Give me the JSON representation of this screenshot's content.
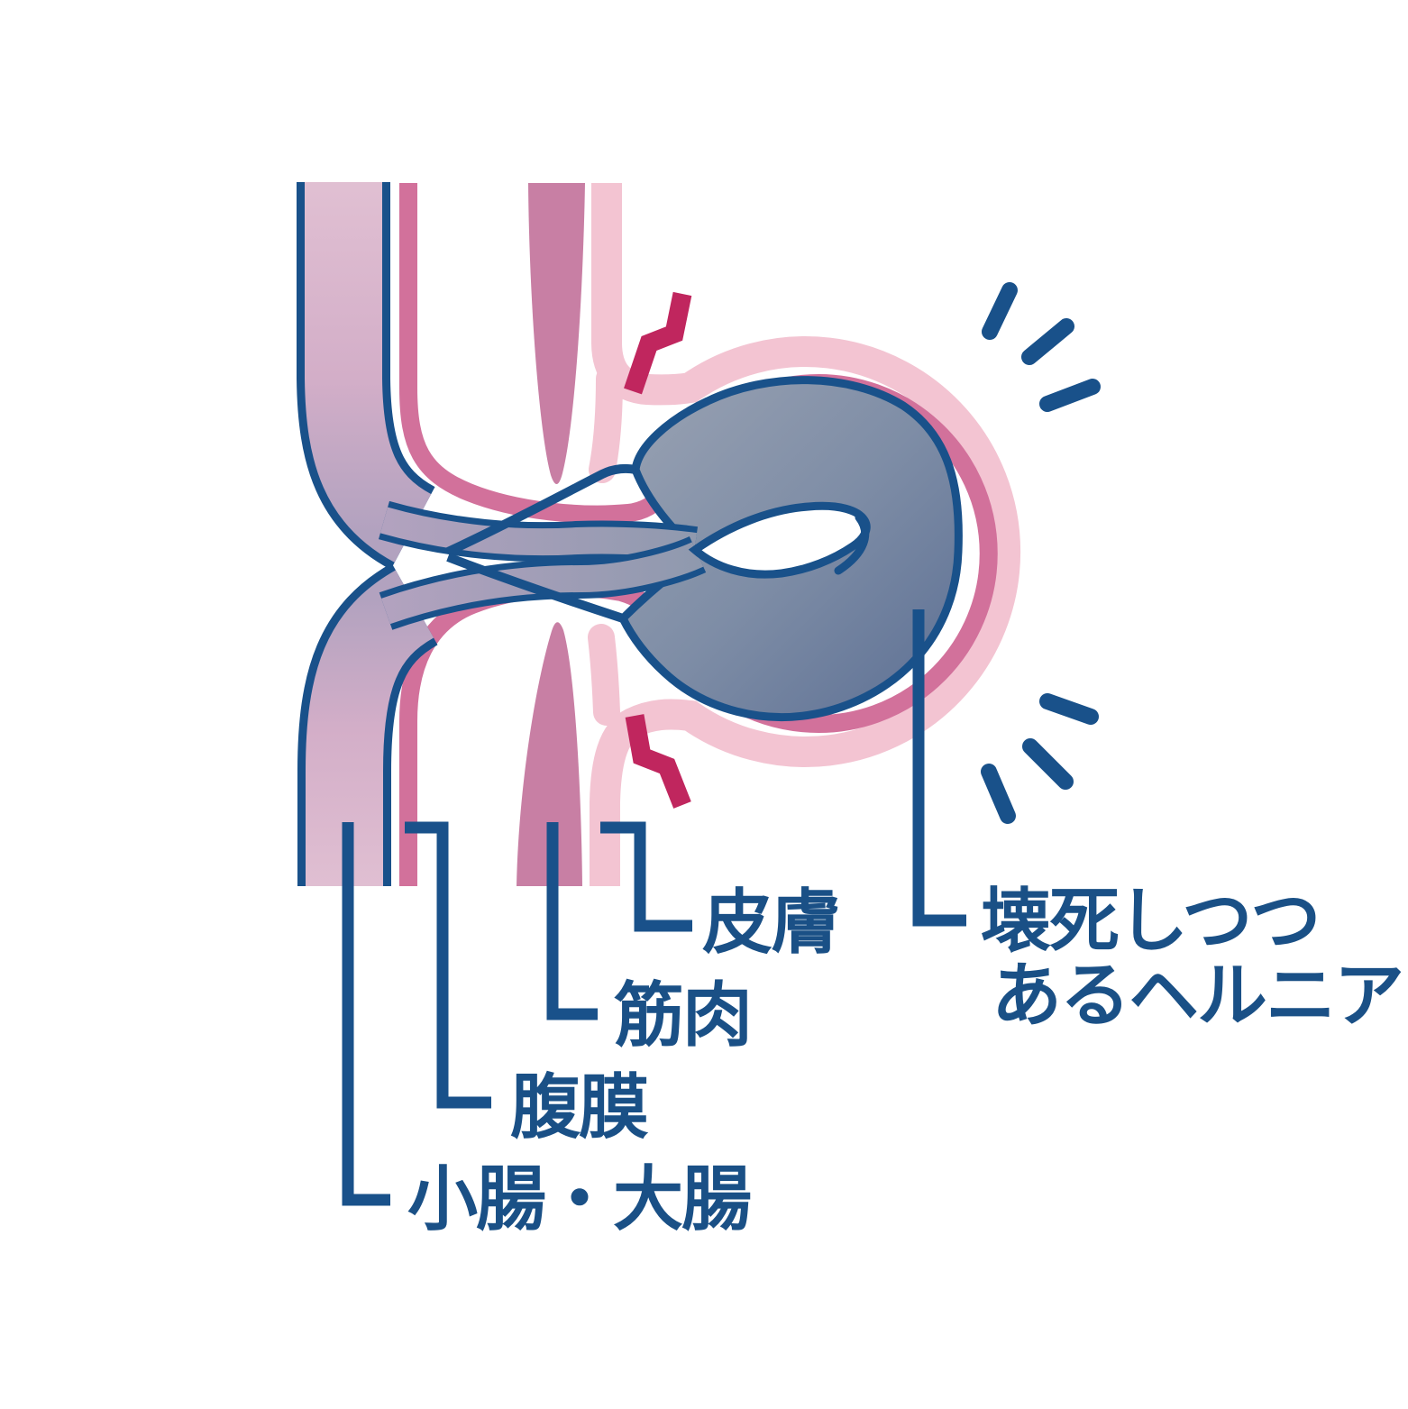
{
  "diagram": {
    "labels": {
      "skin": "皮膚",
      "muscle": "筋肉",
      "peritoneum": "腹膜",
      "intestines": "小腸・大腸",
      "necrotic_hernia_line1": "壊死しつつ",
      "necrotic_hernia_line2": "あるヘルニア"
    },
    "icons": {
      "pain_top": "lightning-bolt-icon",
      "pain_bottom": "lightning-bolt-icon",
      "emphasis_top": "radiating-dashes-icon",
      "emphasis_bottom": "radiating-dashes-icon"
    },
    "colors": {
      "outline_navy": "#19518a",
      "label_text": "#1a5086",
      "bowel_lavender_light": "#e0bfd2",
      "bowel_lavender": "#d3aec8",
      "bowel_gray_transition": "#b2a2bf",
      "necrotic_bowel_light": "#98a1b2",
      "necrotic_bowel_mid": "#7e8da6",
      "necrotic_bowel_dark": "#5d7094",
      "peritoneum_rose": "#d2719b",
      "muscle_pink": "#c87fa4",
      "skin_light_pink": "#f3c4d2",
      "pain_crimson": "#c0265e",
      "background": "#ffffff"
    }
  }
}
